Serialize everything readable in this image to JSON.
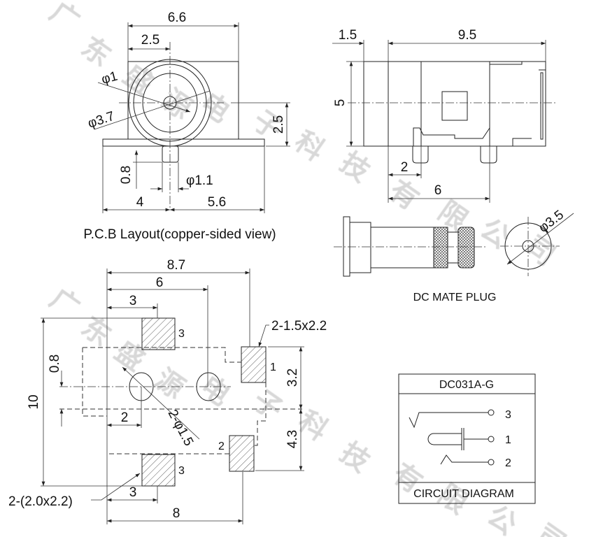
{
  "watermark": "广东盛源电子科技有限公司",
  "front_view": {
    "w_total": "6.6",
    "w_center": "2.5",
    "phi_inner": "φ1",
    "phi_outer": "φ3.7",
    "h_center": "2.5",
    "pin_len": "0.8",
    "pin_dia": "φ1.1",
    "left_to_center": "4",
    "center_to_right": "5.6"
  },
  "pcb_caption": "P.C.B Layout(copper-sided view)",
  "side_view": {
    "front": "1.5",
    "length": "9.5",
    "height": "5",
    "pin1": "2",
    "pin2": "6"
  },
  "plug": {
    "dia": "φ3.5",
    "caption": "DC MATE PLUG"
  },
  "layout": {
    "d87": "8.7",
    "d6": "6",
    "d3_top": "3",
    "d10": "10",
    "d08": "0.8",
    "d2": "2",
    "holes": "2-φ1.5",
    "pad_small": "2-1.5x2.2",
    "d32": "3.2",
    "d43": "4.3",
    "d3_bottom": "3",
    "d8": "8",
    "pad_large": "2-(2.0x2.2)",
    "pin1": "1",
    "pin2": "2",
    "pin3_top": "3",
    "pin3_bottom": "3"
  },
  "circuit": {
    "model": "DC031A-G",
    "caption": "CIRCUIT DIAGRAM",
    "pins": [
      "3",
      "1",
      "2"
    ]
  }
}
